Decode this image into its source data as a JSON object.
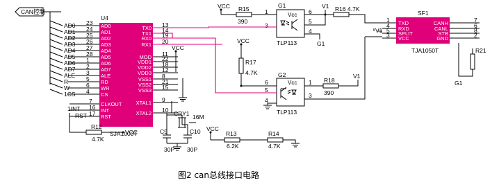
{
  "caption": "图2 can总线接口电路",
  "can_tag": "CAN控制",
  "u4": {
    "ref": "U4",
    "part": "SJA1000T",
    "left": [
      {
        "net": "AD0",
        "pin": "23",
        "name": "AD0"
      },
      {
        "net": "AD1",
        "pin": "24",
        "name": "AD1"
      },
      {
        "net": "AD2",
        "pin": "25",
        "name": "AD2"
      },
      {
        "net": "AD3",
        "pin": "26",
        "name": "AD3"
      },
      {
        "net": "AD4",
        "pin": "27",
        "name": "AD4"
      },
      {
        "net": "AD5",
        "pin": "28",
        "name": "AD5"
      },
      {
        "net": "AD6",
        "pin": "1",
        "name": "AD6"
      },
      {
        "net": "AD7",
        "pin": "2",
        "name": "AD7"
      },
      {
        "net": "ALE",
        "pin": "3",
        "name": "ALE"
      },
      {
        "net": "R",
        "pin": "5",
        "name": "RD"
      },
      {
        "net": "W",
        "pin": "6",
        "name": "WR"
      },
      {
        "net": "1CS",
        "pin": "4",
        "name": "CS"
      }
    ],
    "left_bottom": [
      {
        "pin": "7",
        "name": "CLKOUT"
      },
      {
        "pin": "16",
        "name": "INT"
      },
      {
        "pin": "17",
        "name": "RST"
      }
    ],
    "right": [
      {
        "pin": "13",
        "name": "TX0"
      },
      {
        "pin": "14",
        "name": "TX1"
      },
      {
        "pin": "19",
        "name": "RX0"
      },
      {
        "pin": "20",
        "name": "RX1"
      },
      {
        "pin": "11",
        "name": "MOD"
      },
      {
        "pin": "22",
        "name": "VDD1"
      },
      {
        "pin": "18",
        "name": "VDD2"
      },
      {
        "pin": "12",
        "name": "VDD3"
      },
      {
        "pin": "8",
        "name": "VSS1"
      },
      {
        "pin": "21",
        "name": "VSS2"
      },
      {
        "pin": "15",
        "name": "VSS3"
      },
      {
        "pin": "9",
        "name": "XTAL1"
      },
      {
        "pin": "10",
        "name": "XTAL2"
      }
    ],
    "net_int": "1INT",
    "net_rst": "RST"
  },
  "vcc": "VCC",
  "v1": "V1",
  "g1": "G1",
  "r12": {
    "ref": "R12",
    "value": "4.7K"
  },
  "r13": {
    "ref": "R13",
    "value": "6.2K"
  },
  "r14": {
    "ref": "R14",
    "value": "4.7K"
  },
  "r15": {
    "ref": "R15",
    "value": "390"
  },
  "r16": {
    "ref": "R16",
    "value": "4.7K"
  },
  "r17": {
    "ref": "R17",
    "value": "4.7K"
  },
  "r18": {
    "ref": "R18",
    "value": "390"
  },
  "r21": {
    "ref": "R21"
  },
  "c9": {
    "ref": "C9",
    "value": "30P"
  },
  "c10": {
    "ref": "C10",
    "value": "30P"
  },
  "cry1": {
    "ref": "CRY1",
    "value": "16M"
  },
  "opto1": {
    "ref": "G1",
    "part": "TLP113",
    "vcc": "Vcc",
    "pins": [
      "1",
      "3",
      "6",
      "5",
      "4"
    ]
  },
  "opto2": {
    "ref": "G2",
    "part": "TLP113",
    "vcc": "Vcc",
    "pins": [
      "6",
      "5",
      "4",
      "1",
      "3"
    ]
  },
  "sf1": {
    "ref": "SF1",
    "part": "TJA1050T",
    "left": [
      {
        "pin": "1",
        "name": "TXD"
      },
      {
        "pin": "4",
        "name": "RXD"
      },
      {
        "pin": "5",
        "name": "SPLIT"
      },
      {
        "pin": "3",
        "name": "VCC"
      }
    ],
    "right": [
      {
        "pin": "7",
        "name": "CANH"
      },
      {
        "pin": "6",
        "name": "CANL"
      },
      {
        "pin": "8",
        "name": "STB"
      },
      {
        "pin": "2",
        "name": "GND"
      }
    ]
  }
}
